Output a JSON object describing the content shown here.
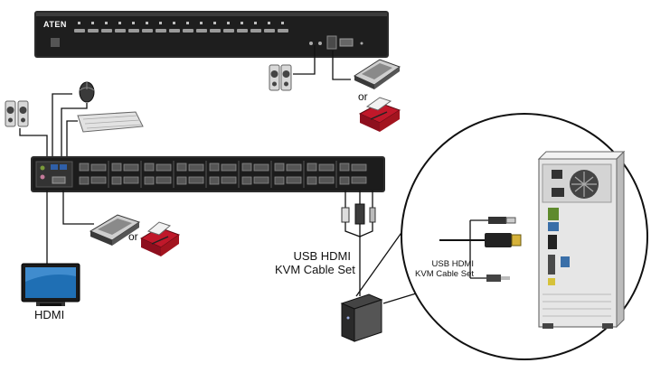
{
  "brand": "ATEN",
  "labels": {
    "or_top": "or",
    "or_left": "or",
    "hdmi": "HDMI",
    "cable_line1": "USB HDMI",
    "cable_line2": "KVM Cable Set",
    "inset_line1": "USB HDMI",
    "inset_line2": "KVM Cable Set"
  },
  "colors": {
    "device_body": "#2b2b2b",
    "device_face": "#1a1a1a",
    "port_blue": "#2f5fa8",
    "printer_red": "#c0182a",
    "cable": "#111111",
    "pc_body": "#e6e6e6"
  },
  "icons": [
    "kvm-front-panel",
    "kvm-rear-panel",
    "speaker-icon",
    "mouse-icon",
    "keyboard-icon",
    "scanner-icon",
    "printer-icon",
    "monitor-icon",
    "computer-tower-icon",
    "cable-connector-icon"
  ]
}
